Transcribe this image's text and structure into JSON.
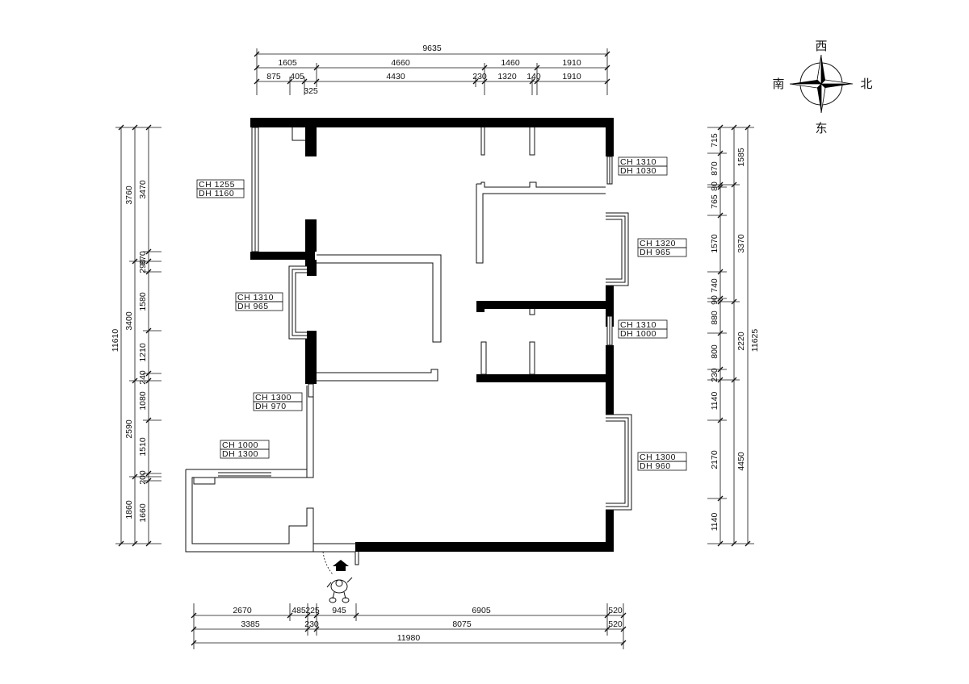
{
  "compass": {
    "west": "西",
    "south": "南",
    "north": "北",
    "east": "东"
  },
  "top_dims": {
    "overall": "9635",
    "row1": [
      "1605",
      "4660",
      "1460",
      "1910"
    ],
    "row2": [
      "875",
      "405",
      "4430",
      "230",
      "1320",
      "140",
      "1910"
    ],
    "small": "325"
  },
  "bottom_dims": {
    "row1": [
      "2670",
      "485",
      "225",
      "945",
      "6905",
      "520"
    ],
    "row2": [
      "3385",
      "230",
      "8075",
      "520"
    ],
    "overall": "11980"
  },
  "left_dims": {
    "overall": "11610",
    "col2": [
      "3760",
      "3400",
      "2590",
      "1860"
    ],
    "col3": [
      "3470",
      "370",
      "290",
      "1580",
      "1210",
      "240",
      "1080",
      "1510",
      "200",
      "1660"
    ]
  },
  "right_dims": {
    "overall": "11625",
    "col2": [
      "1585",
      "3370",
      "2220",
      "4450"
    ],
    "col1": [
      "715",
      "870",
      "80",
      "765",
      "1570",
      "740",
      "90",
      "880",
      "800",
      "230",
      "1140",
      "2170",
      "1140"
    ]
  },
  "window_labels": [
    {
      "ch": "CH 1255",
      "dh": "DH 1160"
    },
    {
      "ch": "CH 1310",
      "dh": "DH 1030"
    },
    {
      "ch": "CH 1320",
      "dh": "DH 965"
    },
    {
      "ch": "CH 1310",
      "dh": "DH 965"
    },
    {
      "ch": "CH 1310",
      "dh": "DH 1000"
    },
    {
      "ch": "CH 1300",
      "dh": "DH 970"
    },
    {
      "ch": "CH 1000",
      "dh": "DH 1300"
    },
    {
      "ch": "CH 1300",
      "dh": "DH 960"
    }
  ]
}
